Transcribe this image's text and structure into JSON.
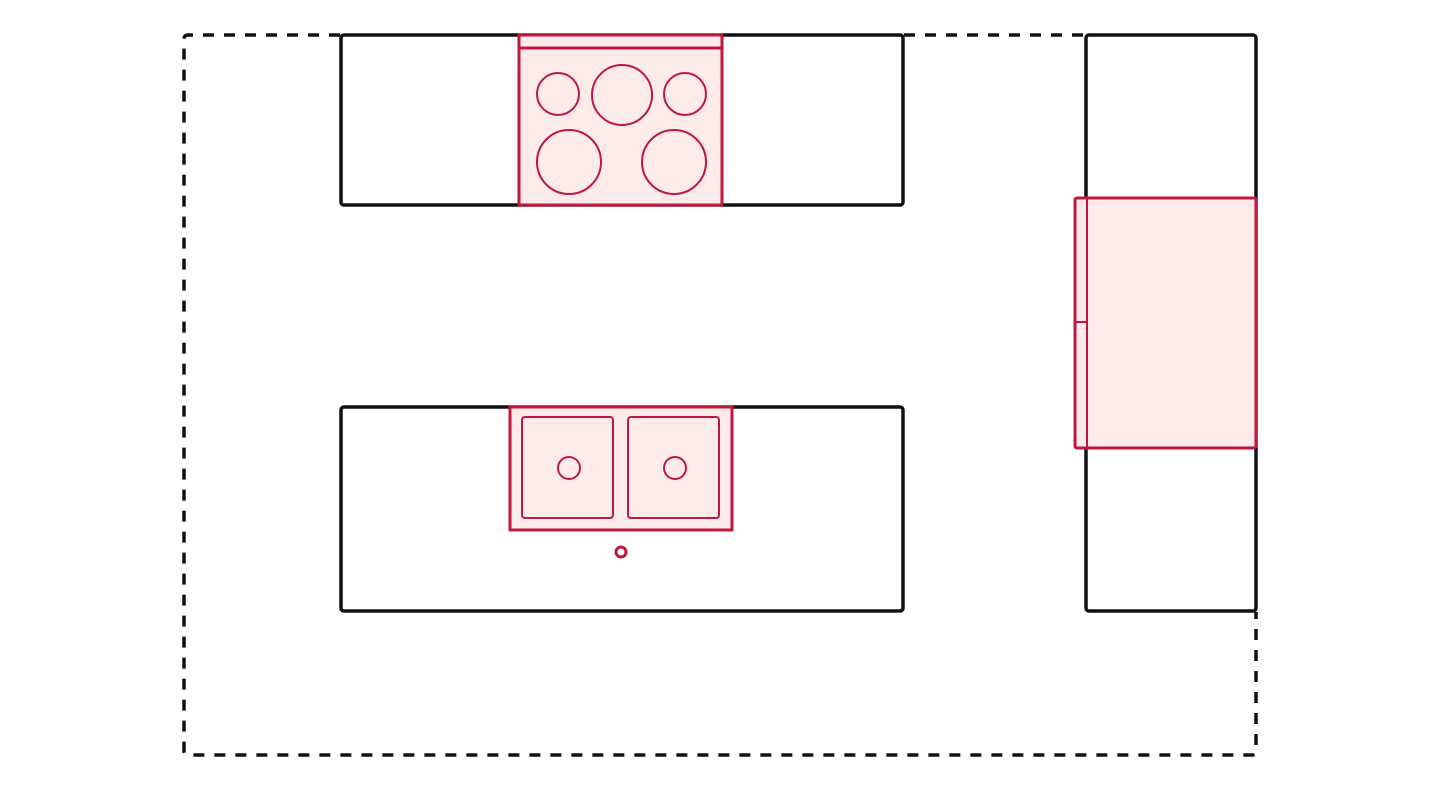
{
  "colors": {
    "outline": "#111111",
    "appliance_stroke": "#c0173f",
    "appliance_fill": "#fdeaea",
    "background": "#ffffff"
  },
  "legend_title": "",
  "fixtures": {
    "counters": 3,
    "stove_burners": 5,
    "sink_basins": 2,
    "refrigerators": 1
  }
}
